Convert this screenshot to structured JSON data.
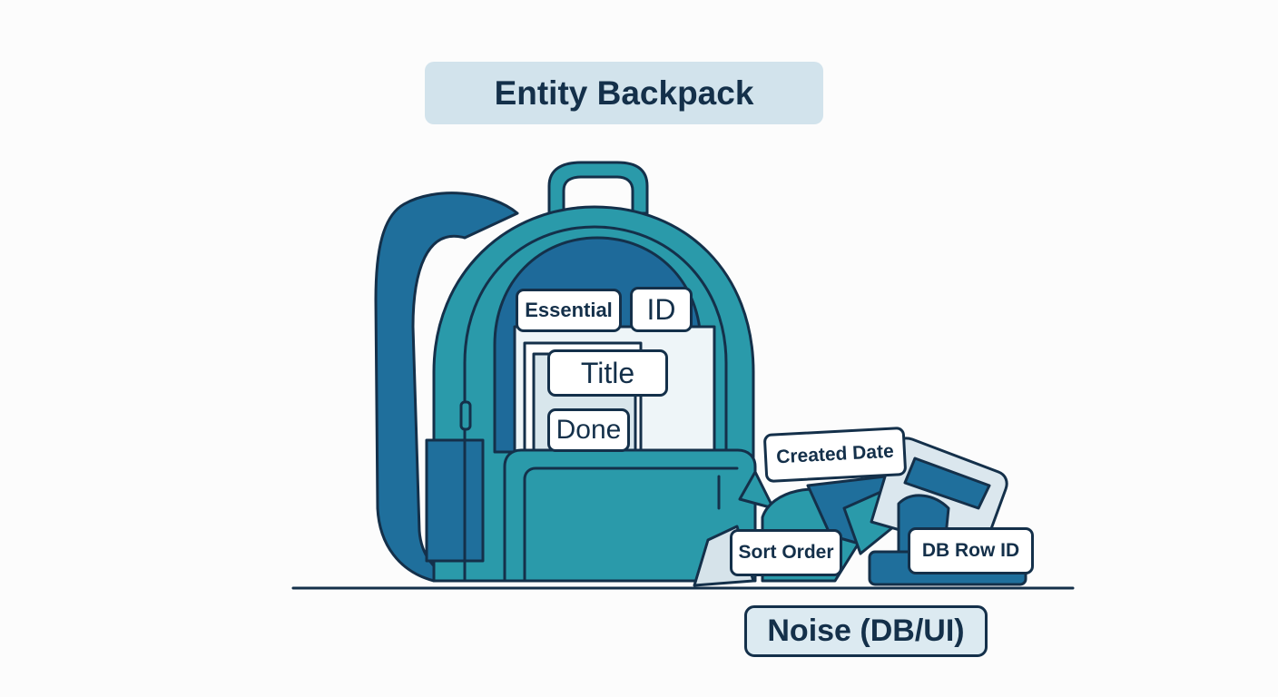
{
  "title": "Entity Backpack",
  "essential_tags": {
    "group_label": "Essential",
    "items": [
      "ID",
      "Title",
      "Done"
    ]
  },
  "noise_tags": {
    "group_label": "Noise (DB/UI)",
    "items": [
      "Created Date",
      "Sort Order",
      "DB Row ID"
    ]
  },
  "colors": {
    "outline": "#14304a",
    "teal": "#2a9aaa",
    "blue": "#1f6f9c",
    "title_bg": "#d2e3ec"
  }
}
